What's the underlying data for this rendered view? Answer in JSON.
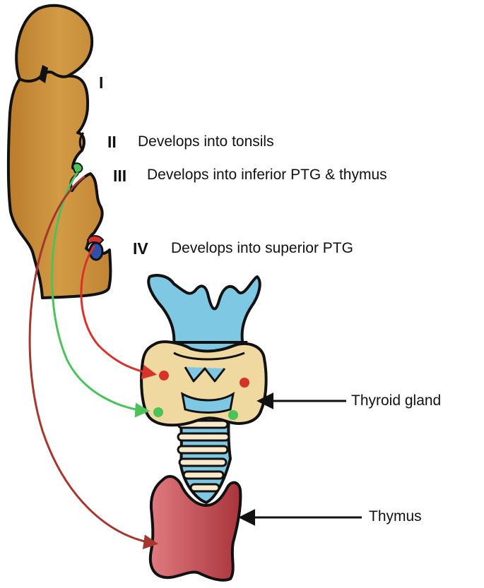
{
  "pouches": [
    {
      "numeral": "I",
      "description": ""
    },
    {
      "numeral": "II",
      "description": "Develops into tonsils"
    },
    {
      "numeral": "III",
      "description": "Develops into inferior PTG & thymus"
    },
    {
      "numeral": "IV",
      "description": "Develops into superior PTG"
    }
  ],
  "structures": {
    "thyroid_label": "Thyroid gland",
    "thymus_label": "Thymus"
  },
  "colors": {
    "embryo": "#c8913c",
    "larynx": "#7ec8e3",
    "thyroid": "#f0d9a0",
    "trachea_ring": "#fbe9cc",
    "thymus": "#c0464c",
    "pouch3_arrow": "#4cc25a",
    "pouch4_arrow": "#d8332a",
    "thymus_arrow": "#a5372e",
    "inferior_ptg_dot": "#4cc25a",
    "superior_ptg_dot": "#d8332a",
    "pouch4_blob": "#2f4fa8"
  }
}
